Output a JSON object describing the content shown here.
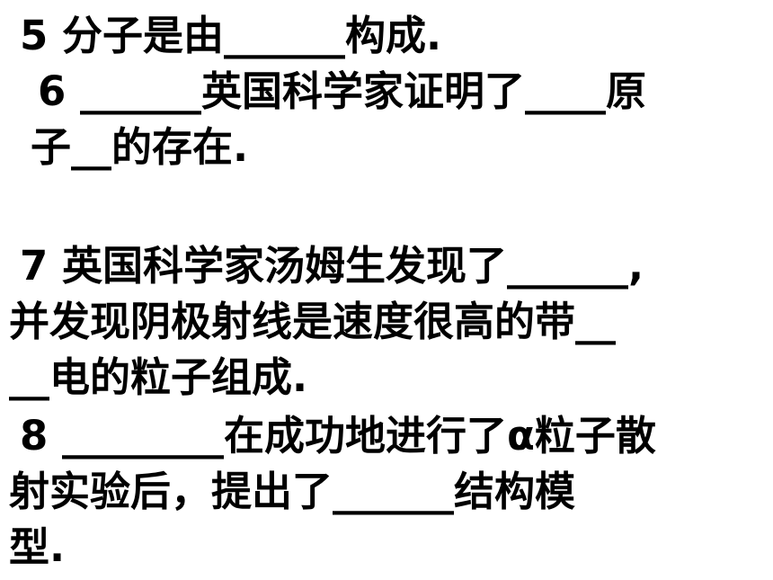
{
  "document": {
    "lines": [
      "5 分子是由______构成.",
      "6 ______英国科学家证明了____原",
      "子__的存在.",
      "7 英国科学家汤姆生发现了______,",
      "并发现阴极射线是速度很高的带__",
      "__电的粒子组成.",
      "8 ________在成功地进行了α粒子散",
      "射实验后，提出了______结构模",
      "型."
    ]
  }
}
